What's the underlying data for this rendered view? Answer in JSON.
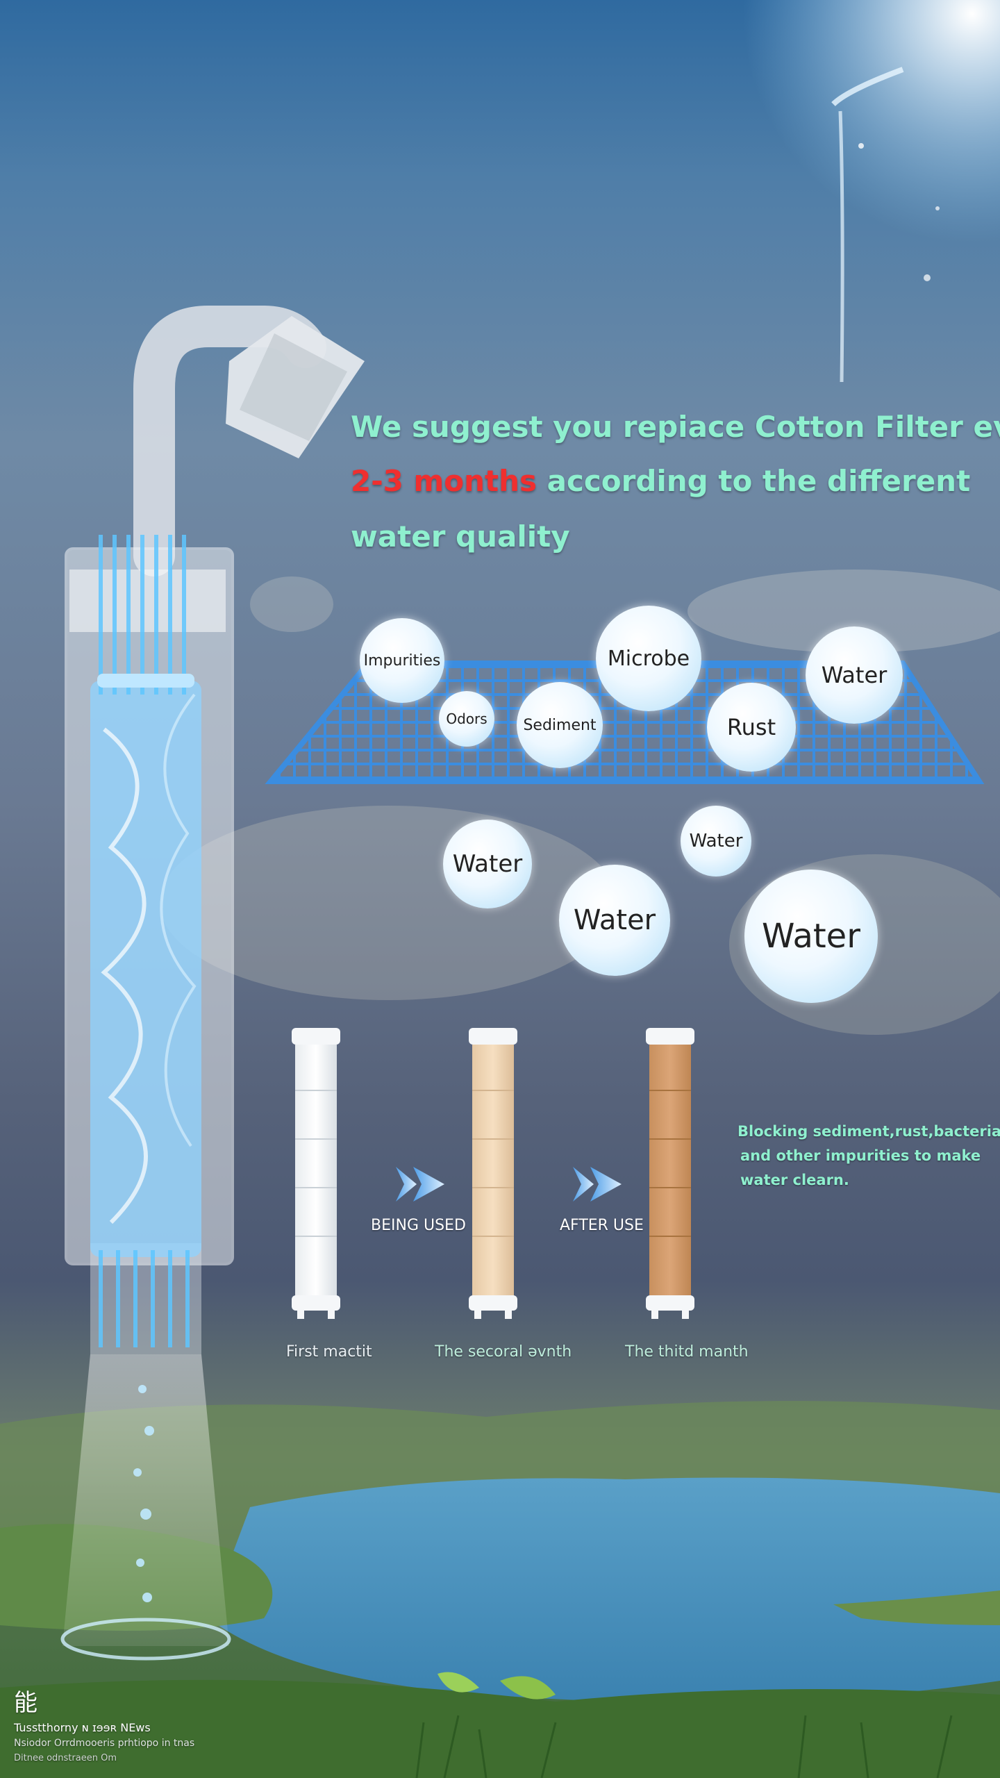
{
  "headline": {
    "line1": "We suggest you repiace Cotton Filter every",
    "highlight": "2-3 months",
    "line2_rest": " according to the different",
    "line3": "water quality"
  },
  "filter_bubbles": [
    {
      "label": "Impurities"
    },
    {
      "label": "Microbe"
    },
    {
      "label": "Water"
    },
    {
      "label": "Odors"
    },
    {
      "label": "Sediment"
    },
    {
      "label": "Rust"
    }
  ],
  "water_bubbles": [
    {
      "label": "Water"
    },
    {
      "label": "Water"
    },
    {
      "label": "Water"
    },
    {
      "label": "Water"
    }
  ],
  "stages": {
    "arrow1_label": "BEING USED",
    "arrow2_label": "AFTER USE",
    "captions": [
      "First mactit",
      "The seсoral əvnth",
      "The thitd manth"
    ]
  },
  "description": {
    "line1": "Blocking sediment,rust,bacteria",
    "line2": "and other impurities  to make",
    "line3": "water clearn."
  },
  "footer": {
    "logo": "能",
    "line1": "Tusstthorny ɴ ɪɘɘʀ NEws",
    "line2": "Nsiodor Orrdmooeris prhtiopo in tnas",
    "line3": "Ditnee odnstraeen Om"
  },
  "colors": {
    "headline": "#8ff0cf",
    "highlight": "#ef2f2f",
    "grid": "#3b8de0"
  }
}
